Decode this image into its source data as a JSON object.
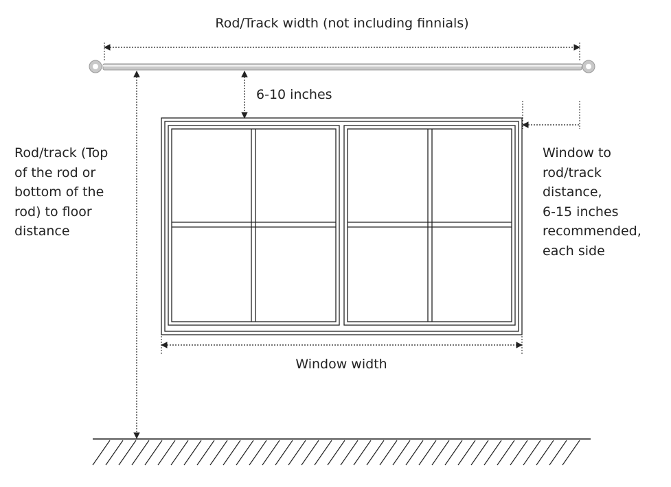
{
  "labels": {
    "rod_width": "Rod/Track width (not including finnials)",
    "rod_to_window_gap": "6-10 inches",
    "window_width": "Window width",
    "rod_to_floor": [
      "Rod/track (Top",
      "of the rod or",
      "bottom of the",
      "rod) to floor",
      "distance"
    ],
    "window_to_rod_side": [
      "Window to",
      "rod/track",
      "distance,",
      "6-15 inches",
      "recommended,",
      "each side"
    ]
  },
  "colors": {
    "line": "#222222",
    "rod_fill": "#c8c8c8",
    "rod_stroke": "#9a9a9a",
    "background": "#ffffff"
  }
}
